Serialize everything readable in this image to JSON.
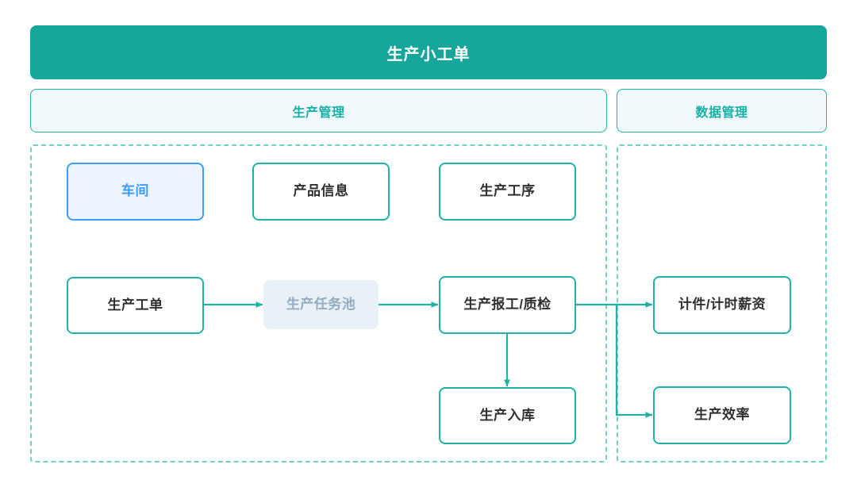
{
  "header": {
    "title": "生产小工单"
  },
  "sections": [
    {
      "id": "production",
      "label": "生产管理"
    },
    {
      "id": "data",
      "label": "数据管理"
    }
  ],
  "nodes": {
    "workshop": {
      "label": "车间",
      "style": "blue"
    },
    "product_info": {
      "label": "产品信息",
      "style": "default"
    },
    "process": {
      "label": "生产工序",
      "style": "default"
    },
    "work_order": {
      "label": "生产工单",
      "style": "default"
    },
    "task_pool": {
      "label": "生产任务池",
      "style": "muted"
    },
    "report_qc": {
      "label": "生产报工/质检",
      "style": "default"
    },
    "warehousing": {
      "label": "生产入库",
      "style": "default"
    },
    "salary": {
      "label": "计件/计时薪资",
      "style": "default"
    },
    "efficiency": {
      "label": "生产效率",
      "style": "default"
    }
  },
  "flows": [
    {
      "from": "work_order",
      "to": "task_pool",
      "direction": "right"
    },
    {
      "from": "task_pool",
      "to": "report_qc",
      "direction": "right"
    },
    {
      "from": "report_qc",
      "to": "warehousing",
      "direction": "down"
    },
    {
      "from": "report_qc",
      "to": "salary",
      "direction": "right"
    },
    {
      "from": "report_qc",
      "to": "efficiency",
      "direction": "right-down"
    }
  ],
  "colors": {
    "brand_teal": "#16a79a",
    "node_border_teal": "#21b2a6",
    "connector_teal": "#21b2a6",
    "dashed_teal": "#6fd1c6",
    "section_fill": "#f2f9fc",
    "section_text": "#17b0a4",
    "accent_blue": "#3d9dfc",
    "accent_blue_fill": "#ecf5ff",
    "muted_fill": "#e9f0f6",
    "muted_text": "#93abc1",
    "node_text": "#2f2f2f",
    "header_text": "#ffffff",
    "page_background": "#ffffff"
  }
}
